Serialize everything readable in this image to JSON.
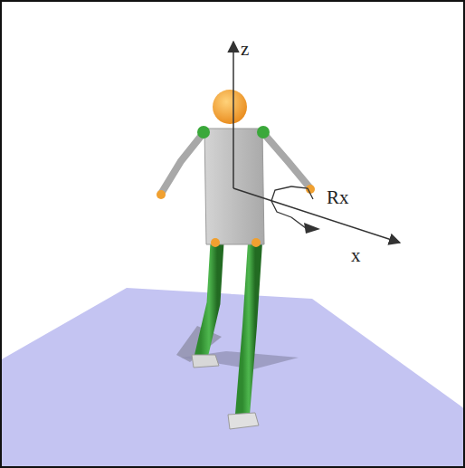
{
  "diagram": {
    "labels": [
      "z",
      "Rx",
      "x"
    ]
  }
}
